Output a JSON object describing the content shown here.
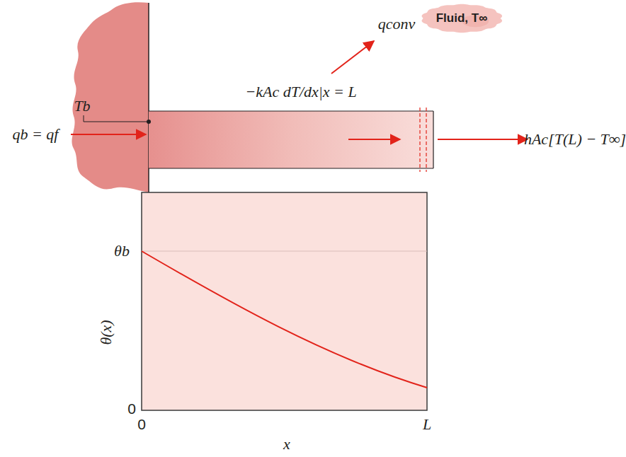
{
  "diagram": {
    "nodes": [
      {
        "text": [
          "Fluid, T∞"
        ]
      }
    ],
    "labels": [
      "qconv",
      "Tb",
      "qb = qf",
      "−kAc dT/dx|x = L",
      "hAc[T(L) − T∞]",
      "θb",
      "θ(x)",
      "0",
      "0",
      "L",
      "x"
    ]
  }
}
